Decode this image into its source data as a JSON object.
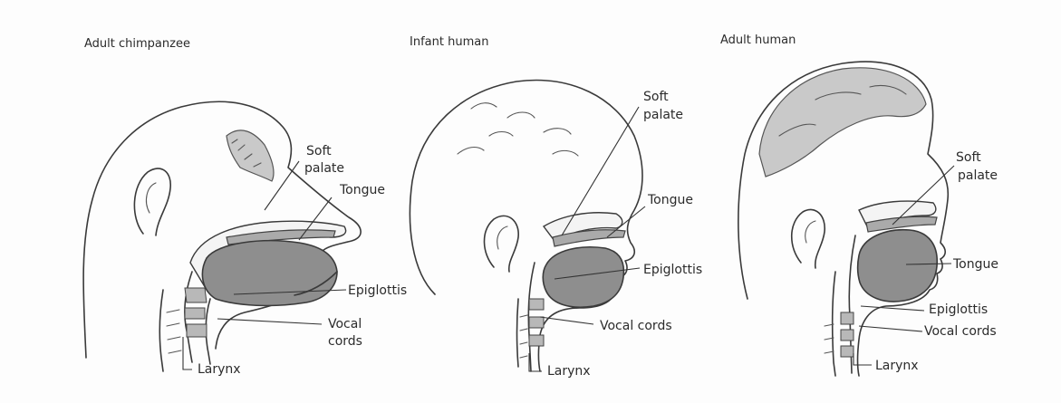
{
  "figure": {
    "panels": [
      {
        "title": "Adult chimpanzee",
        "labels": {
          "soft_palate_1": "Soft",
          "soft_palate_2": "palate",
          "tongue": "Tongue",
          "epiglottis": "Epiglottis",
          "vocal_cords_1": "Vocal",
          "vocal_cords_2": "cords",
          "larynx": "Larynx"
        }
      },
      {
        "title": "Infant human",
        "labels": {
          "soft_palate_1": "Soft",
          "soft_palate_2": "palate",
          "tongue": "Tongue",
          "epiglottis": "Epiglottis",
          "vocal_cords": "Vocal cords",
          "larynx": "Larynx"
        }
      },
      {
        "title": "Adult human",
        "labels": {
          "soft_palate_1": "Soft",
          "soft_palate_2": "palate",
          "tongue": "Tongue",
          "epiglottis": "Epiglottis",
          "vocal_cords": "Vocal cords",
          "larynx": "Larynx"
        }
      }
    ]
  }
}
